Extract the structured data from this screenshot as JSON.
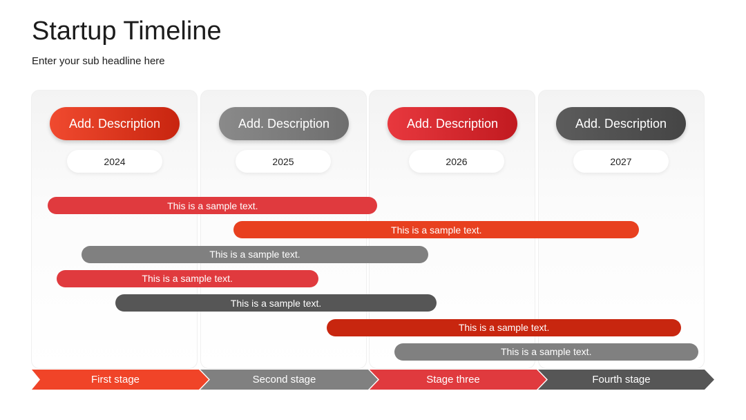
{
  "header": {
    "title": "Startup Timeline",
    "subtitle": "Enter your sub headline here"
  },
  "columns": [
    {
      "description": "Add. Description",
      "year": "2024"
    },
    {
      "description": "Add. Description",
      "year": "2025"
    },
    {
      "description": "Add. Description",
      "year": "2026"
    },
    {
      "description": "Add. Description",
      "year": "2027"
    }
  ],
  "bars": [
    {
      "label": "This is a sample text.",
      "start_year": 2024.1,
      "end_year": 2026.05,
      "color": "#e03a3e"
    },
    {
      "label": "This is a sample text.",
      "start_year": 2025.2,
      "end_year": 2027.6,
      "color": "#e8401f"
    },
    {
      "label": "This is a sample text.",
      "start_year": 2024.3,
      "end_year": 2026.35,
      "color": "#808080"
    },
    {
      "label": "This is a sample text.",
      "start_year": 2024.15,
      "end_year": 2025.7,
      "color": "#e03a3e"
    },
    {
      "label": "This is a sample text.",
      "start_year": 2024.5,
      "end_year": 2026.4,
      "color": "#565656"
    },
    {
      "label": "This is a sample text.",
      "start_year": 2025.75,
      "end_year": 2027.85,
      "color": "#c8260f"
    },
    {
      "label": "This is a sample text.",
      "start_year": 2026.15,
      "end_year": 2027.95,
      "color": "#808080"
    }
  ],
  "stages": [
    {
      "label": "First stage",
      "color": "#f04428"
    },
    {
      "label": "Second stage",
      "color": "#808080"
    },
    {
      "label": "Stage three",
      "color": "#e03a3e"
    },
    {
      "label": "Fourth stage",
      "color": "#565656"
    }
  ]
}
